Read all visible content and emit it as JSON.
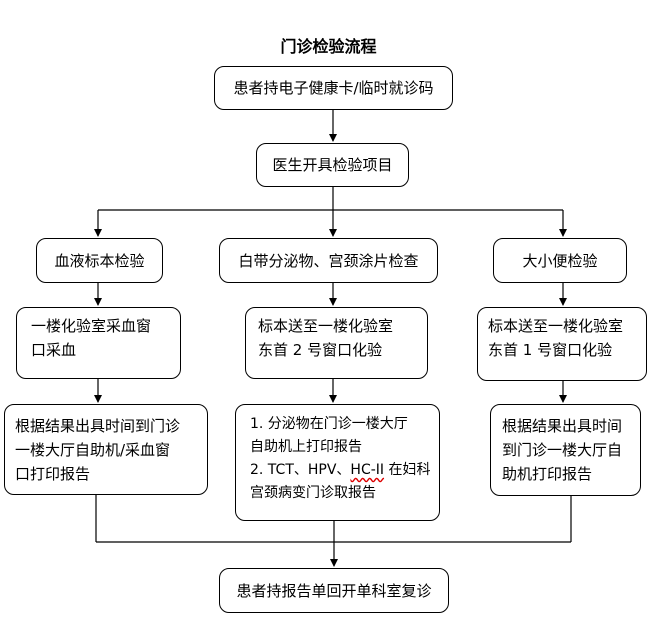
{
  "diagram": {
    "title": "门诊检验流程",
    "start": "患者持电子健康卡/临时就诊码",
    "doctor": "医生开具检验项目",
    "branches": [
      {
        "name": "血液标本检验",
        "step": [
          "一楼化验室采血窗",
          "口采血"
        ],
        "report": [
          "根据结果出具时间到门诊",
          "一楼大厅自助机/采血窗",
          "口打印报告"
        ]
      },
      {
        "name": "白带分泌物、宫颈涂片检查",
        "step": [
          "标本送至一楼化验室",
          "东首 2 号窗口化验"
        ],
        "report": [
          {
            "a": "1. 分泌物在门诊一楼大厅",
            "b": "",
            "c": ""
          },
          {
            "a": "自助机上打印报告",
            "b": "",
            "c": ""
          },
          {
            "a": "2. TCT、HPV、",
            "b": "HC-II",
            "c": " 在妇科"
          },
          {
            "a": "宫颈病变门诊取报告",
            "b": "",
            "c": ""
          }
        ]
      },
      {
        "name": "大小便检验",
        "step": [
          "标本送至一楼化验室",
          "东首 1 号窗口化验"
        ],
        "report": [
          "根据结果出具时间",
          "到门诊一楼大厅自",
          "助机打印报告"
        ]
      }
    ],
    "end": "患者持报告单回开单科室复诊"
  }
}
